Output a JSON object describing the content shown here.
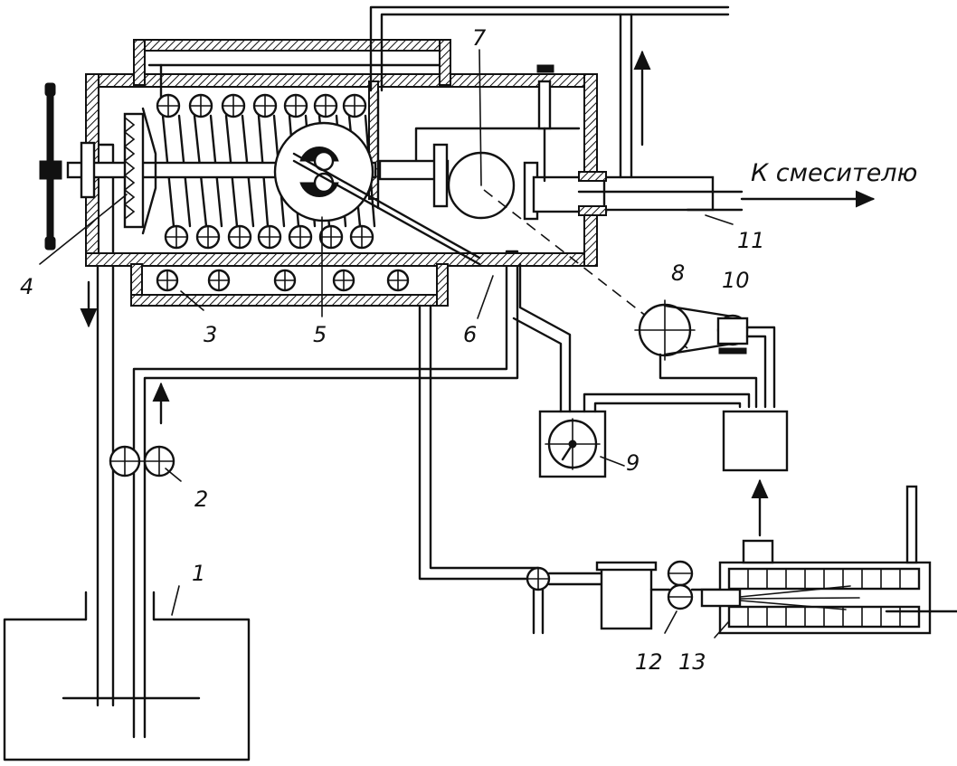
{
  "caption": "К смесителю",
  "labels": {
    "l1": "1",
    "l2": "2",
    "l3": "3",
    "l4": "4",
    "l5": "5",
    "l6": "6",
    "l7": "7",
    "l8": "8",
    "l9": "9",
    "l10": "10",
    "l11": "11",
    "l12": "12",
    "l13": "13"
  }
}
